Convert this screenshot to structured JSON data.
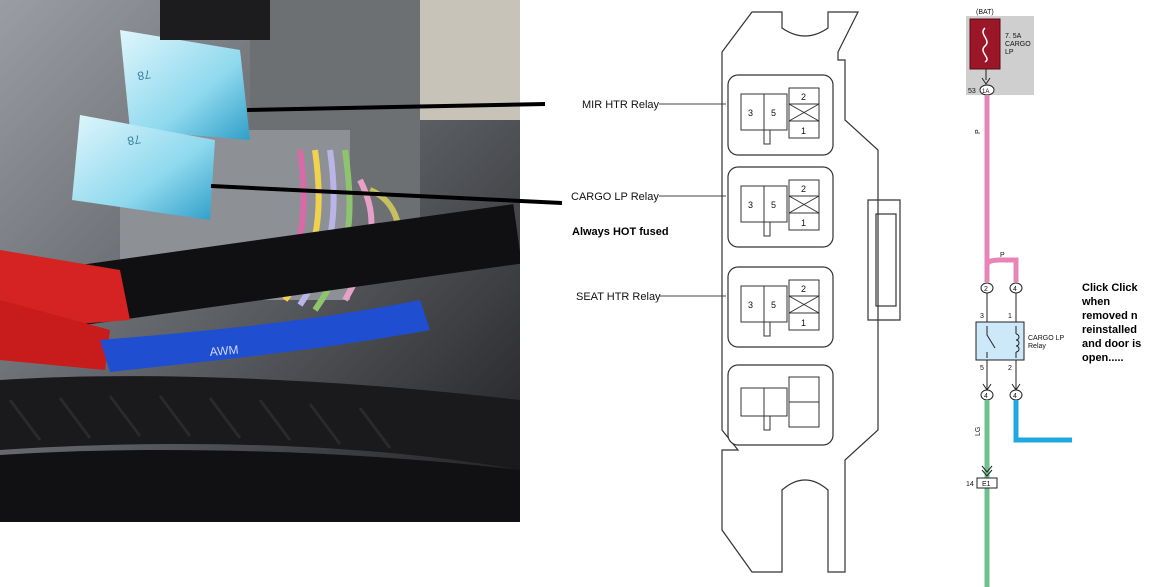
{
  "photo": {
    "fuse_marking_upper": "78",
    "fuse_marking_lower": "78",
    "wire_print": "AWM"
  },
  "relay_block": {
    "relays": [
      {
        "label": "MIR HTR Relay",
        "pins": [
          "3",
          "5",
          "2",
          "1"
        ]
      },
      {
        "label": "CARGO LP Relay",
        "pins": [
          "3",
          "5",
          "2",
          "1"
        ]
      },
      {
        "label": "SEAT HTR Relay",
        "pins": [
          "3",
          "5",
          "2",
          "1"
        ]
      }
    ],
    "annotation": "Always HOT fused"
  },
  "schematic": {
    "source_label": "(BAT)",
    "fuse_label_line1": "7. 5A",
    "fuse_label_line2": "CARGO",
    "fuse_label_line3": "LP",
    "fuse_connector_pin": "53",
    "fuse_connector_id": "1A",
    "wire_color_top": "P",
    "wire_color_branch": "P",
    "relay_pin_3": "3",
    "relay_pin_1": "1",
    "relay_pin_5": "5",
    "relay_pin_2": "2",
    "relay_connector_id": "4",
    "relay_connector_b": "2",
    "relay_name_line1": "CARGO LP",
    "relay_name_line2": "Relay",
    "wire_color_bottom": "LG",
    "ground_pin": "14",
    "ground_id": "E1",
    "colors": {
      "pink_wire": "#e985b6",
      "green_wire": "#6fc08f",
      "blue_wire": "#1fa8e0",
      "fuse_red": "#9a1628",
      "fuse_bg": "#cfcfcf",
      "relay_fill": "#cde8f8"
    }
  },
  "side_note": {
    "lines": [
      "Click Click",
      "when",
      "removed n",
      "reinstalled",
      "and door is",
      "open....."
    ]
  }
}
